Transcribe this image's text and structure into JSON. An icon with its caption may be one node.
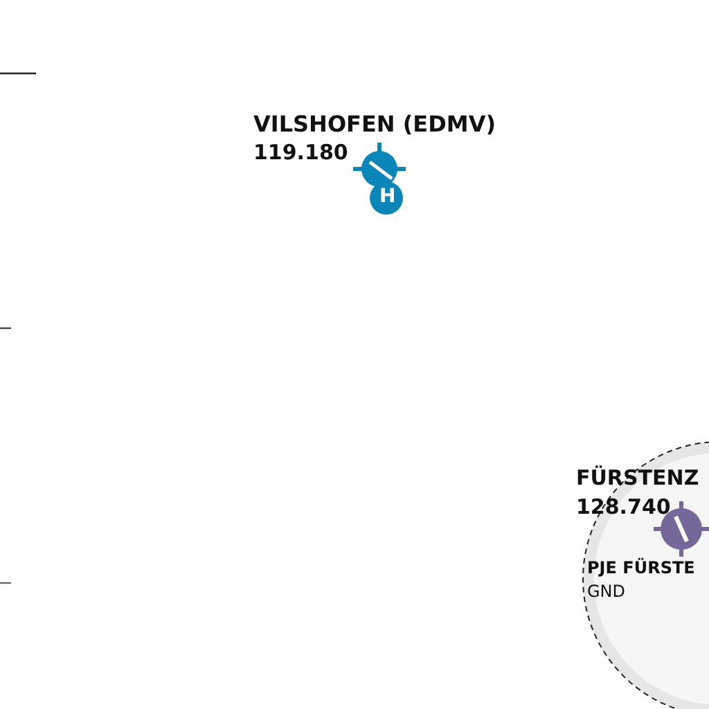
{
  "diagram": {
    "nodes": [
      {
        "text": [
          "FÜRSTENZ",
          "128.740",
          "PJE FÜRSTE",
          "GND"
        ]
      }
    ],
    "labels": [
      "VILSHOFEN (EDMV)",
      "119.180",
      "H"
    ]
  }
}
